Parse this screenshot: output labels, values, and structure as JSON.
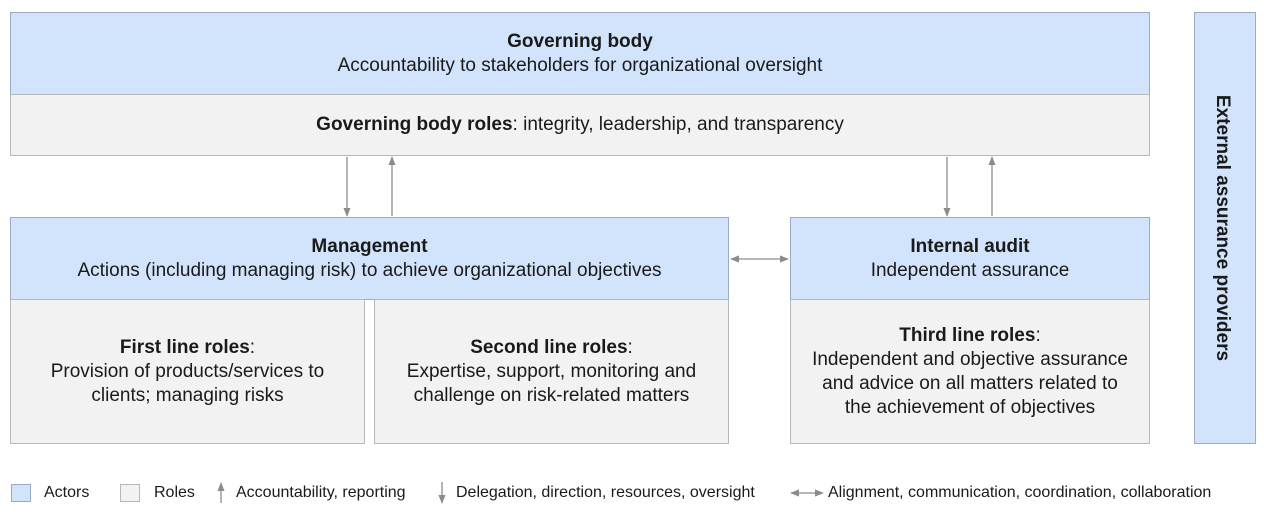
{
  "governing_body": {
    "title": "Governing body",
    "subtitle": "Accountability to stakeholders for organizational oversight",
    "roles_bold": "Governing body roles",
    "roles_rest": ": integrity, leadership, and transparency"
  },
  "management": {
    "title": "Management",
    "subtitle": "Actions (including managing risk) to achieve organizational objectives"
  },
  "internal_audit": {
    "title": "Internal audit",
    "subtitle": "Independent assurance"
  },
  "first_line": {
    "bold": "First line roles",
    "colon": ":",
    "lines": [
      "Provision of products/services to",
      "clients; managing risks"
    ]
  },
  "second_line": {
    "bold": "Second line roles",
    "colon": ":",
    "lines": [
      "Expertise, support, monitoring and",
      "challenge on risk-related matters"
    ]
  },
  "third_line": {
    "bold": "Third line roles",
    "colon": ":",
    "lines": [
      "Independent and objective assurance",
      "and advice on all matters related to",
      "the achievement of objectives"
    ]
  },
  "external": {
    "label": "External assurance providers"
  },
  "legend": {
    "actors": "Actors",
    "roles": "Roles",
    "accountability": "Accountability, reporting",
    "delegation": "Delegation, direction, resources, oversight",
    "alignment": "Alignment, communication, coordination, collaboration"
  },
  "colors": {
    "actor_fill": "#d2e3fc",
    "role_fill": "#f2f2f2",
    "arrow": "#8c8c8c"
  }
}
